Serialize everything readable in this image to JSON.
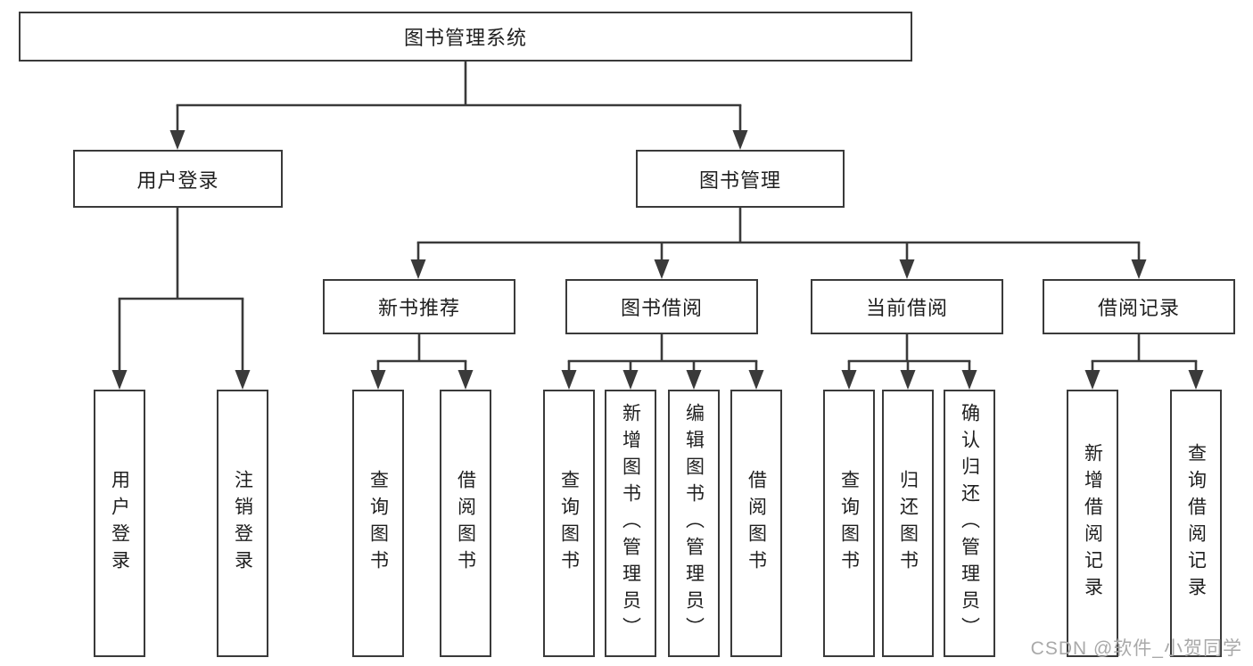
{
  "diagram": {
    "nodes": {
      "root": "图书管理系统",
      "level2": [
        "用户登录",
        "图书管理"
      ],
      "level3": [
        "新书推荐",
        "图书借阅",
        "当前借阅",
        "借阅记录"
      ],
      "leaves": [
        "用户登录",
        "注销登录",
        "查询图书",
        "借阅图书",
        "查询图书",
        "新增图书（管理员）",
        "编辑图书（管理员）",
        "借阅图书",
        "查询图书",
        "归还图书",
        "确认归还（管理员）",
        "新增借阅记录",
        "查询借阅记录"
      ]
    }
  },
  "watermark": "CSDN @软件_小贺同学",
  "colors": {
    "line": "#3a3a3a",
    "text": "#1f1f1f",
    "watermark": "#a9a9a9",
    "background": "#ffffff"
  }
}
